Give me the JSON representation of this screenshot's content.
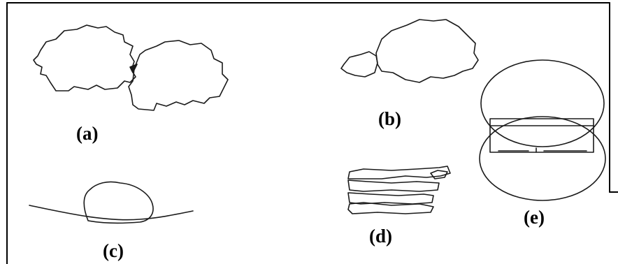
{
  "panels": {
    "a": {
      "label": "(a)"
    },
    "b": {
      "label": "(b)"
    },
    "c": {
      "label": "(c)"
    },
    "d": {
      "label": "(d)"
    },
    "e": {
      "label": "(e)"
    }
  }
}
